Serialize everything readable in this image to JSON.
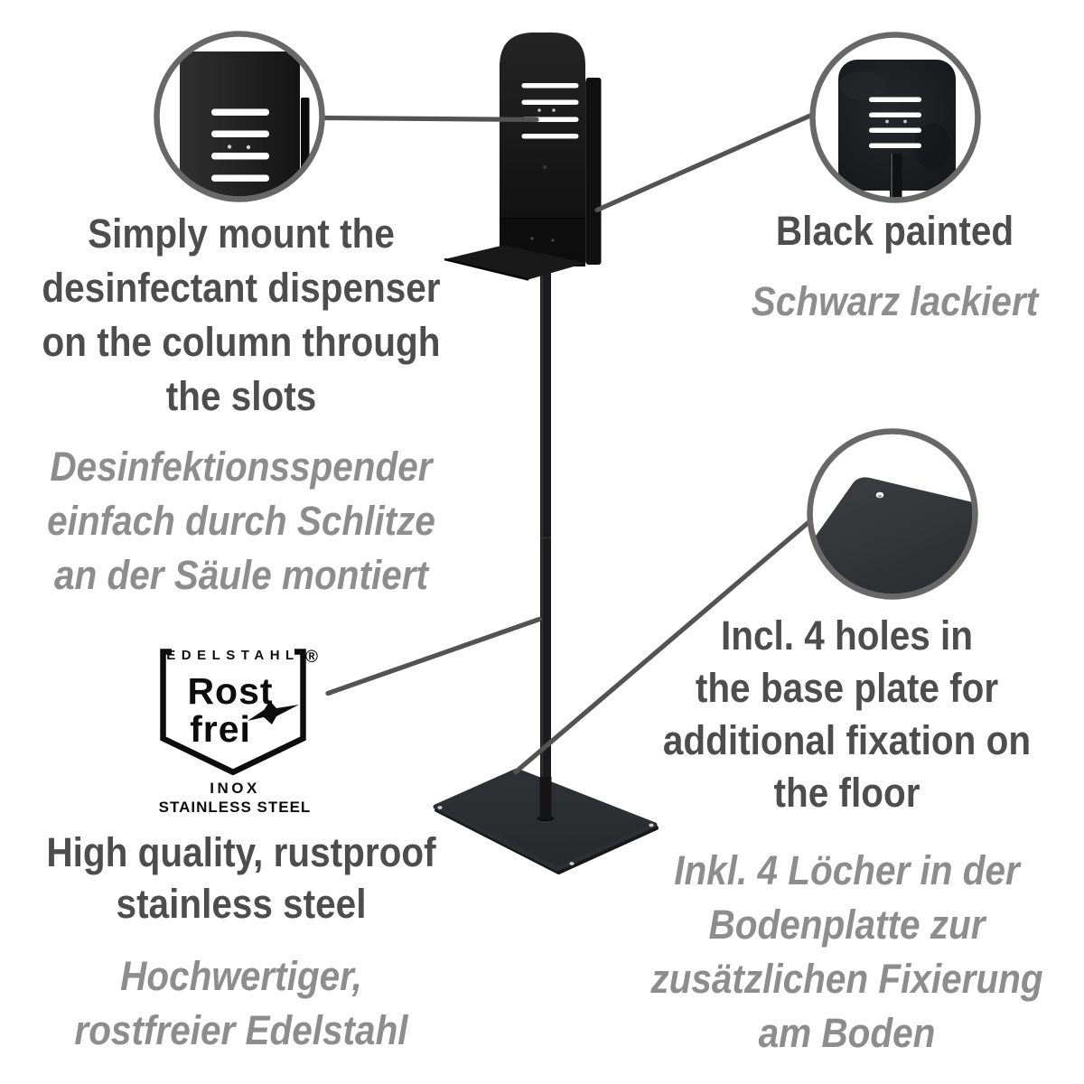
{
  "callouts": {
    "mount": {
      "en": [
        "Simply mount the",
        "desinfectant dispenser",
        "on the column through",
        "the slots"
      ],
      "de": [
        "Desinfektionsspender",
        "einfach durch Schlitze",
        "an der Säule montiert"
      ]
    },
    "painted": {
      "en": [
        "Black painted"
      ],
      "de": [
        "Schwarz lackiert"
      ]
    },
    "holes": {
      "en": [
        "Incl. 4 holes in",
        "the base plate for",
        "additional fixation on",
        "the floor"
      ],
      "de": [
        "Inkl. 4 Löcher in der",
        "Bodenplatte zur",
        "zusätzlichen Fixierung",
        "am Boden"
      ]
    },
    "steel": {
      "en": [
        "High quality, rustproof",
        "stainless steel"
      ],
      "de": [
        "Hochwertiger,",
        "rostfreier Edelstahl"
      ]
    }
  },
  "logo": {
    "edelstahl": "EDELSTAHL",
    "registered": "®",
    "rost": "Rost",
    "frei": "frei",
    "inox": "INOX",
    "stainless_steel": "STAINLESS STEEL"
  },
  "colors": {
    "background": "#ffffff",
    "heading_text": "#4d4d4d",
    "subtext_italic": "#8d8d8d",
    "callout_line": "#535353",
    "closeup_ring": "#686868",
    "product_black": "#161616",
    "base_plate_gray": "#2d3033",
    "logo_black": "#0d0d0d"
  }
}
